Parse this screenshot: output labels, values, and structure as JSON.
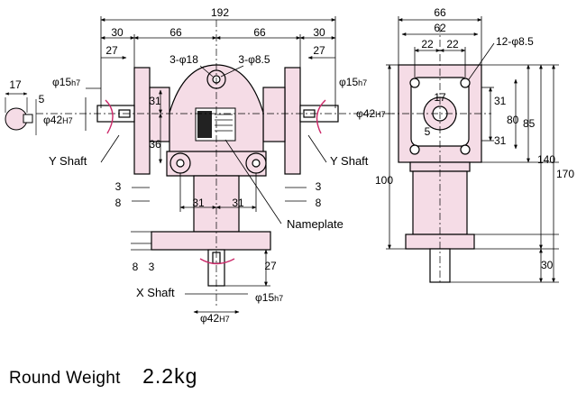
{
  "dims_top": [
    "192",
    "30",
    "66",
    "66",
    "30",
    "27",
    "27",
    "3-φ18",
    "3-φ8.5"
  ],
  "shaft_left": {
    "dia": "φ15",
    "tol": "h7",
    "bore": "φ42",
    "bore_tol": "H7",
    "d17": "17",
    "d5": "5",
    "label": "Y Shaft"
  },
  "shaft_right": {
    "dia": "φ15",
    "tol": "h7",
    "bore": "φ42",
    "bore_tol": "H7",
    "label": "Y Shaft"
  },
  "center_dims": [
    "31",
    "36"
  ],
  "lower_dims": {
    "l3": "3",
    "l8": "8",
    "r3": "3",
    "r8": "8",
    "c31a": "31",
    "c31b": "31",
    "f8": "8",
    "f3": "3",
    "x27": "27"
  },
  "nameplate_label": "Nameplate",
  "x_shaft": {
    "label": "X Shaft",
    "dia": "φ15",
    "tol": "h7",
    "bore": "φ42",
    "bore_tol": "H7"
  },
  "side_view": {
    "w66": "66",
    "w62": "62",
    "d22a": "22",
    "d22b": "22",
    "holes": "12-φ8.5",
    "d17": "17",
    "d5": "5",
    "d31a": "31",
    "d31b": "31",
    "h80": "80",
    "h85": "85",
    "h100": "100",
    "h140": "140",
    "h170": "170",
    "h30": "30"
  },
  "weight": {
    "label": "Round Weight",
    "value": "2.2kg"
  },
  "colors": {
    "body": "#f5dce6",
    "line": "#000000",
    "arrow": "#cc2a6a"
  }
}
